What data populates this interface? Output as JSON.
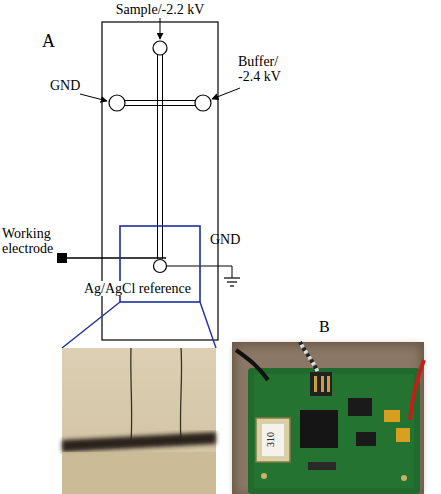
{
  "diagram": {
    "labels": [
      "A",
      "Sample/-2.2 kV",
      "GND",
      "Buffer/ -2.4 kV",
      "Working electrode",
      "GND",
      "Ag/AgCl reference",
      "B",
      "310"
    ]
  }
}
